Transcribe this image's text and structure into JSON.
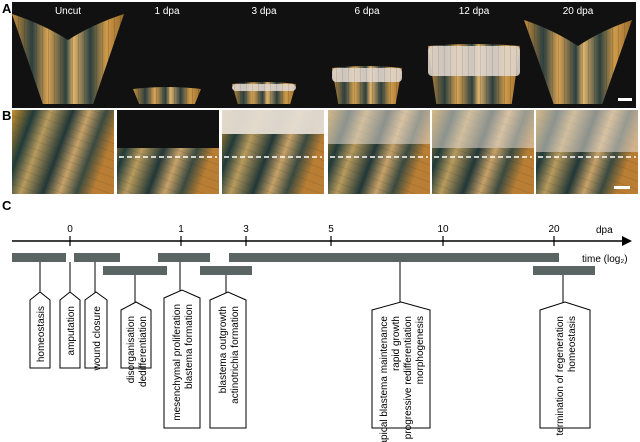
{
  "panel_a": {
    "letter": "A",
    "labels": [
      "Uncut",
      "1 dpa",
      "3 dpa",
      "6 dpa",
      "12 dpa",
      "20 dpa"
    ]
  },
  "panel_b": {
    "letter": "B"
  },
  "panel_c": {
    "letter": "C",
    "axis_unit": "dpa",
    "axis_caption": "time (log₂)",
    "ticks": [
      "0",
      "1",
      "3",
      "5",
      "10",
      "20"
    ],
    "processes": [
      "homeostasis",
      "amputation",
      "wound closure",
      [
        "disorganisation",
        "dedifferentiation"
      ],
      [
        "mesenchymal proliferation",
        "blastema formation"
      ],
      [
        "blastema outgrowth",
        "actinotrichia formation"
      ],
      [
        "apical blastema maintenance",
        "rapid growth",
        "progressive redifferentiation",
        "morphogenesis"
      ],
      [
        "termination of regeneration",
        "homeostasis"
      ]
    ]
  },
  "colors": {
    "photo_background": "#111111",
    "fin_gold": "#c98f3a",
    "fin_dark_stripe": "#2c4040",
    "blastema": "#e3d8cf",
    "bar": "#5a6462",
    "axis": "#000000"
  }
}
